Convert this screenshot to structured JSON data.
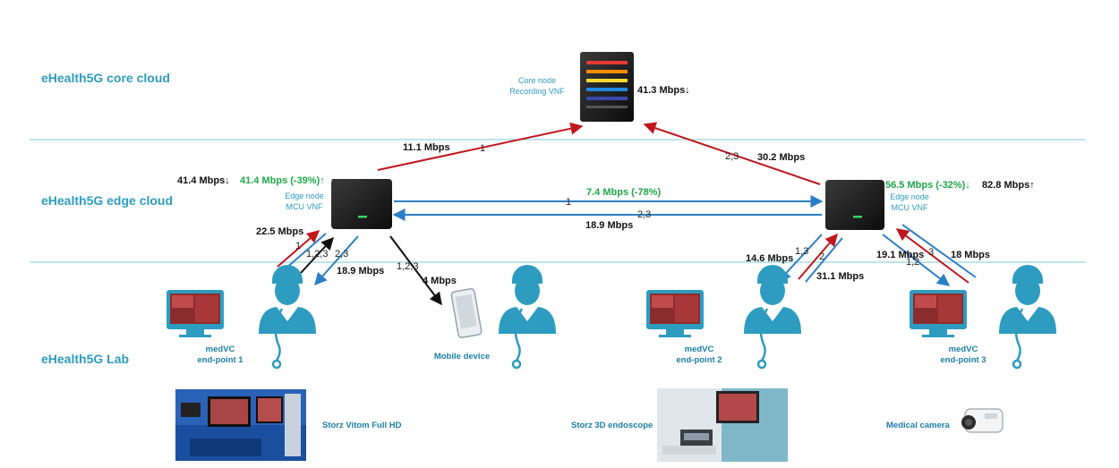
{
  "layers": {
    "core": "eHealth5G core cloud",
    "edge": "eHealth5G edge cloud",
    "lab": "eHealth5G Lab"
  },
  "nodes": {
    "core": {
      "line1": "Core node",
      "line2": "Recording VNF",
      "rate": "41.3 Mbps↓"
    },
    "edge1": {
      "line1": "Edge node",
      "line2": "MCU VNF",
      "down": "41.4 Mbps↓",
      "up": "41.4 Mbps (-39%)↑"
    },
    "edge2": {
      "line1": "Edge node",
      "line2": "MCU VNF",
      "up_saved": "56.5 Mbps (-32%)↓",
      "up": "82.8 Mbps↑"
    }
  },
  "links": {
    "e1_core_rate": "11.1 Mbps",
    "e1_core_tag": "1",
    "e2_core_rate": "30.2 Mbps",
    "e2_core_tag": "2,3",
    "e1_e2_rate": "7.4 Mbps (-78%)",
    "e1_e2_tag": "1",
    "e2_e1_rate": "18.9 Mbps",
    "e2_e1_tag": "2,3",
    "ep1_up_rate": "22.5 Mbps",
    "ep1_up_tag": "1",
    "ep1_tag_black": "1,2,3",
    "ep1_down_tag": "2,3",
    "ep1_down_rate": "18.9 Mbps",
    "mobile_tag": "1,2,3",
    "mobile_rate": "4 Mbps",
    "ep2_down_tag": "1,3",
    "ep2_down_rate": "14.6 Mbps",
    "ep2_up_tag": "2",
    "ep2_up_rate": "31.1 Mbps",
    "ep3_down_rate": "19.1 Mbps",
    "ep3_down_tag": "1,2",
    "ep3_up_tag": "3",
    "ep3_up_rate": "18 Mbps"
  },
  "endpoints": {
    "ep1": {
      "line1": "medVC",
      "line2": "end-point 1"
    },
    "mobile": {
      "label": "Mobile device"
    },
    "ep2": {
      "line1": "medVC",
      "line2": "end-point 2"
    },
    "ep3": {
      "line1": "medVC",
      "line2": "end-point 3"
    }
  },
  "devices": {
    "vitom": "Storz Vitom Full HD",
    "endo3d": "Storz 3D endoscope",
    "camera": "Medical camera"
  },
  "colors": {
    "teal": "#2e9cc1",
    "red": "#c0161d",
    "blue": "#2a7fc4",
    "green": "#1fa84a",
    "divider": "#7ec8de"
  }
}
